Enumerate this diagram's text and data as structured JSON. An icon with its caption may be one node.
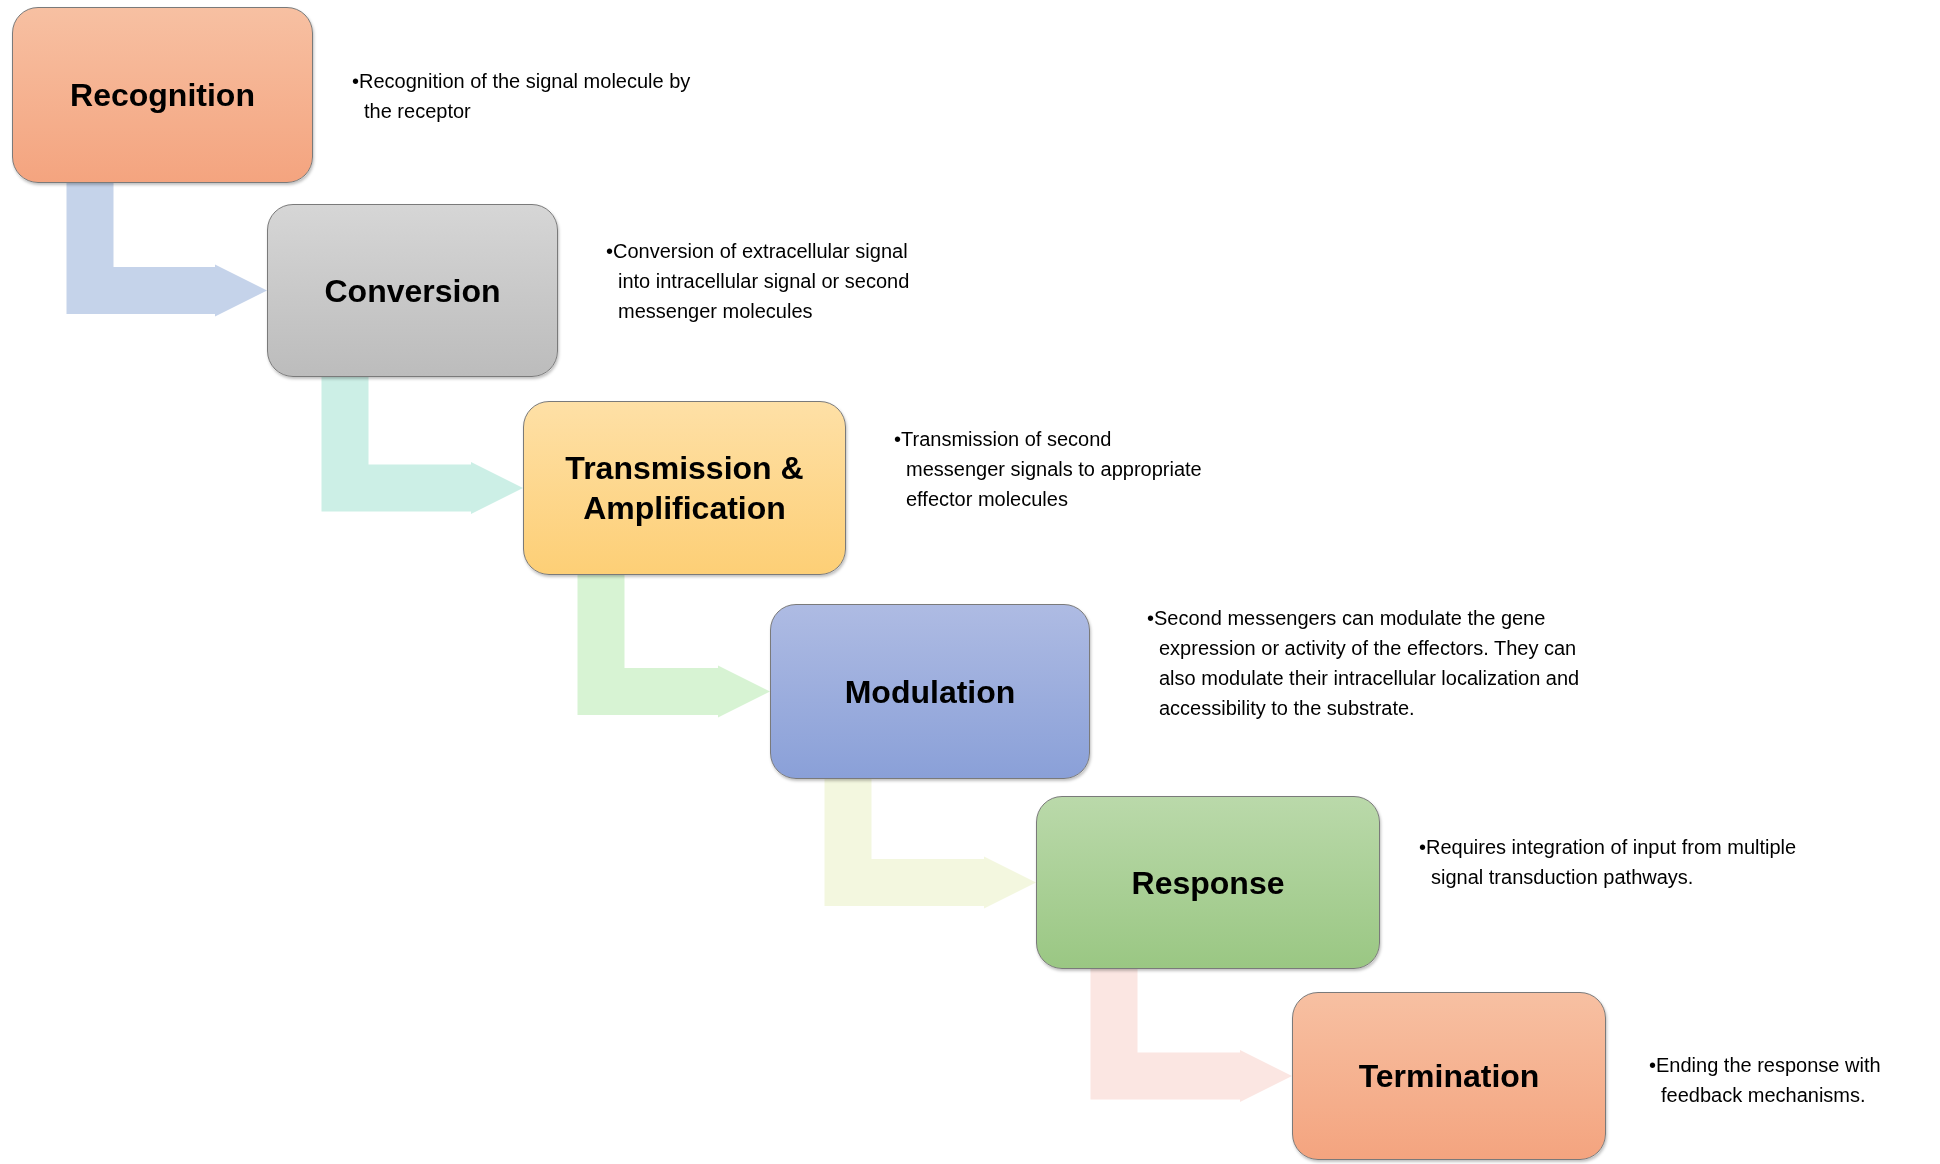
{
  "diagram": {
    "nodes": [
      {
        "text": [
          "Recognition"
        ],
        "beside": [
          "•Recognition of the signal molecule by the receptor"
        ]
      },
      {
        "text": [
          "Conversion"
        ],
        "beside": [
          "•Conversion of extracellular signal into intracellular signal or second messenger molecules"
        ]
      },
      {
        "text": [
          "Transmission & Amplification"
        ],
        "beside": [
          "•Transmission of second messenger signals to appropriate effector molecules"
        ]
      },
      {
        "text": [
          "Modulation"
        ],
        "beside": [
          "•Second messengers can modulate the gene expression or activity of the effectors. They can also modulate their intracellular localization and accessibility to the substrate."
        ]
      },
      {
        "text": [
          "Response"
        ],
        "beside": [
          "•Requires integration of input from multiple signal transduction pathways."
        ]
      },
      {
        "text": [
          "Termination"
        ],
        "beside": [
          "•Ending the response with feedback mechanisms."
        ]
      }
    ],
    "edges": [
      {
        "from": 0,
        "to": 1,
        "arrow": "to",
        "color": "#c5d3ea"
      },
      {
        "from": 1,
        "to": 2,
        "arrow": "to",
        "color": "#ccefe6"
      },
      {
        "from": 2,
        "to": 3,
        "arrow": "to",
        "color": "#d7f3d3"
      },
      {
        "from": 3,
        "to": 4,
        "arrow": "to",
        "color": "#f3f7df"
      },
      {
        "from": 4,
        "to": 5,
        "arrow": "to",
        "color": "#fbe6e2"
      }
    ]
  }
}
